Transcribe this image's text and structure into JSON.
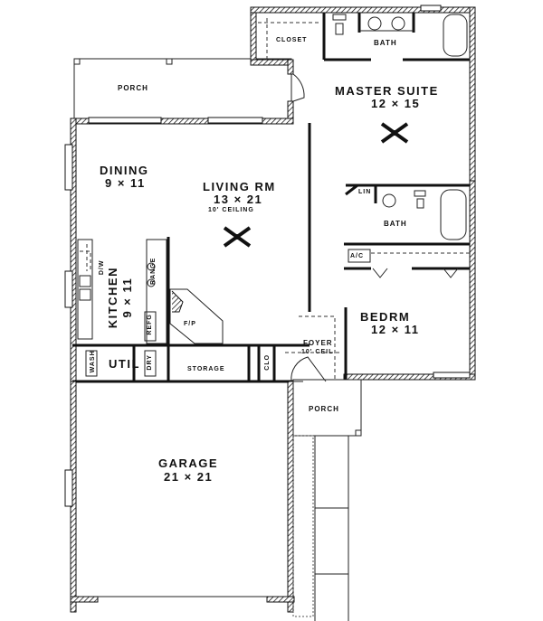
{
  "plan": {
    "rooms": {
      "porch_rear": {
        "name": "PORCH"
      },
      "closet": {
        "name": "CLOSET"
      },
      "master_bath": {
        "name": "BATH"
      },
      "master_suite": {
        "name": "MASTER SUITE",
        "size": "12 × 15"
      },
      "dining": {
        "name": "DINING",
        "size": "9 × 11"
      },
      "living": {
        "name": "LIVING RM",
        "size": "13 × 21",
        "note": "10' CEILING"
      },
      "linen": {
        "name": "LIN"
      },
      "bath2": {
        "name": "BATH"
      },
      "ac": {
        "name": "A/C"
      },
      "kitchen": {
        "name": "KITCHEN",
        "size": "9 × 11"
      },
      "bedroom": {
        "name": "BEDRM",
        "size": "12 × 11"
      },
      "foyer": {
        "name": "FOYER",
        "note": "10' CEIL"
      },
      "utility": {
        "name": "UTIL"
      },
      "storage": {
        "name": "STORAGE"
      },
      "clo": {
        "name": "CLO"
      },
      "porch_front": {
        "name": "PORCH"
      },
      "garage": {
        "name": "GARAGE",
        "size": "21 × 21"
      }
    },
    "fixtures": {
      "dishwasher": "D/W",
      "range": "RANGE",
      "refrigerator": "REFG",
      "fireplace": "F/P",
      "washer": "WASH",
      "dryer": "DRY"
    }
  }
}
